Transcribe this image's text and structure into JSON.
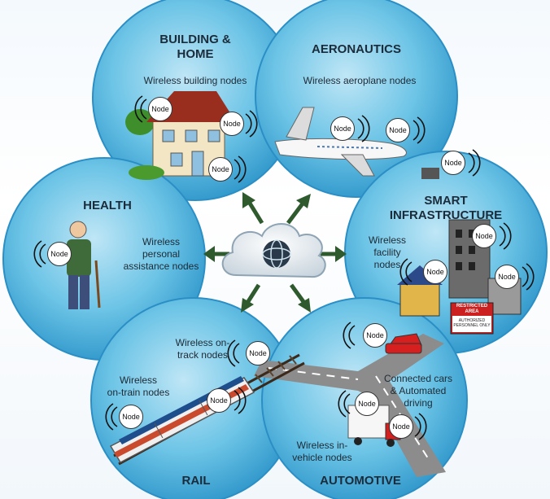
{
  "colors": {
    "circle_fill": "#4fb3dc",
    "circle_edge": "#1f7fb8",
    "arrow": "#2f5a2d",
    "road": "#8c8c8c"
  },
  "sectors": {
    "building": {
      "title_line1": "BUILDING &",
      "title_line2": "HOME",
      "subtitle": "Wireless building nodes"
    },
    "aeronautics": {
      "title": "AERONAUTICS",
      "subtitle": "Wireless aeroplane nodes"
    },
    "health": {
      "title": "HEALTH",
      "subtitle_line1": "Wireless",
      "subtitle_line2": "personal",
      "subtitle_line3": "assistance nodes"
    },
    "infrastructure": {
      "title_line1": "SMART",
      "title_line2": "INFRASTRUCTURE",
      "subtitle_line1": "Wireless",
      "subtitle_line2": "facility",
      "subtitle_line3": "nodes"
    },
    "rail": {
      "title": "RAIL",
      "ontrack_line1": "Wireless on-",
      "ontrack_line2": "track nodes",
      "ontrain_line1": "Wireless",
      "ontrain_line2": "on-train nodes"
    },
    "automotive": {
      "title": "AUTOMOTIVE",
      "cars_line1": "Connected cars",
      "cars_line2": "& Automated",
      "cars_line3": "driving",
      "vehicle_line1": "Wireless in-",
      "vehicle_line2": "vehicle nodes"
    }
  },
  "node_label": "Node",
  "sign": {
    "line1": "RESTRICTED",
    "line2": "AREA",
    "line3": "AUTHORIZED",
    "line4": "PERSONNEL ONLY"
  }
}
